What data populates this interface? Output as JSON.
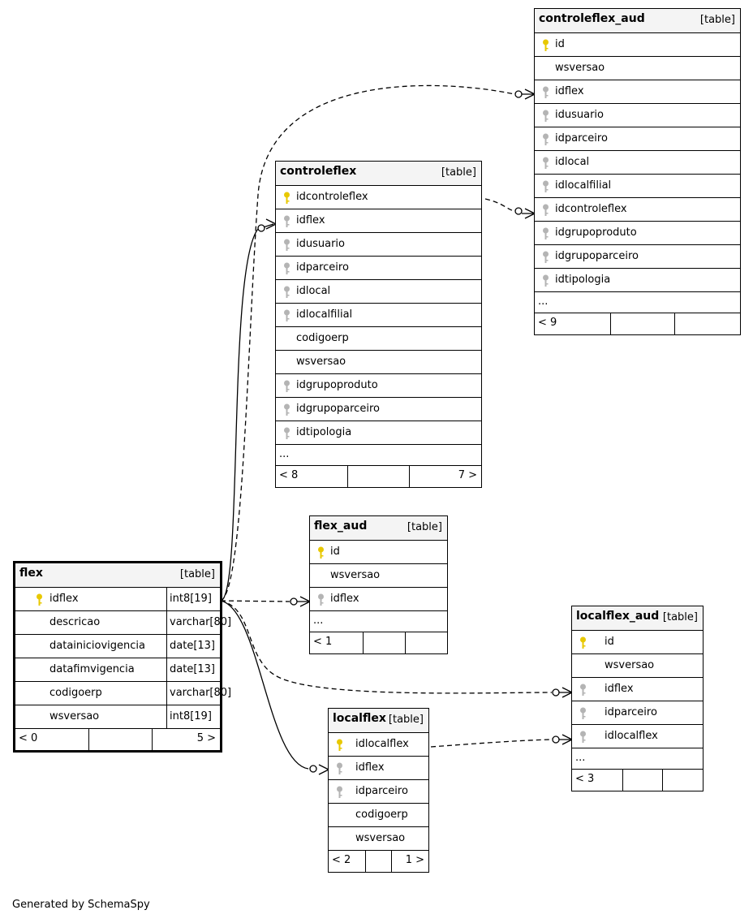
{
  "footer_text": "Generated by SchemaSpy",
  "colors": {
    "primary_key": "#e8c800",
    "foreign_key": "#b4b4b4",
    "header_bg": "#f4f4f4"
  },
  "tables": {
    "flex": {
      "name": "flex",
      "tag": "[table]",
      "columns": [
        {
          "name": "idflex",
          "key": "pk",
          "type": "int8[19]"
        },
        {
          "name": "descricao",
          "key": "",
          "type": "varchar[80]"
        },
        {
          "name": "datainiciovigencia",
          "key": "",
          "type": "date[13]"
        },
        {
          "name": "datafimvigencia",
          "key": "",
          "type": "date[13]"
        },
        {
          "name": "codigoerp",
          "key": "",
          "type": "varchar[80]"
        },
        {
          "name": "wsversao",
          "key": "",
          "type": "int8[19]"
        }
      ],
      "footer_left": "< 0",
      "footer_right": "5 >"
    },
    "controleflex_aud": {
      "name": "controleflex_aud",
      "tag": "[table]",
      "columns": [
        {
          "name": "id",
          "key": "pk"
        },
        {
          "name": "wsversao",
          "key": ""
        },
        {
          "name": "idflex",
          "key": "fk"
        },
        {
          "name": "idusuario",
          "key": "fk"
        },
        {
          "name": "idparceiro",
          "key": "fk"
        },
        {
          "name": "idlocal",
          "key": "fk"
        },
        {
          "name": "idlocalfilial",
          "key": "fk"
        },
        {
          "name": "idcontroleflex",
          "key": "fk"
        },
        {
          "name": "idgrupoproduto",
          "key": "fk"
        },
        {
          "name": "idgrupoparceiro",
          "key": "fk"
        },
        {
          "name": "idtipologia",
          "key": "fk"
        }
      ],
      "ellipsis": "...",
      "footer_left": "< 9",
      "footer_right": ""
    },
    "controleflex": {
      "name": "controleflex",
      "tag": "[table]",
      "columns": [
        {
          "name": "idcontroleflex",
          "key": "pk"
        },
        {
          "name": "idflex",
          "key": "fk"
        },
        {
          "name": "idusuario",
          "key": "fk"
        },
        {
          "name": "idparceiro",
          "key": "fk"
        },
        {
          "name": "idlocal",
          "key": "fk"
        },
        {
          "name": "idlocalfilial",
          "key": "fk"
        },
        {
          "name": "codigoerp",
          "key": ""
        },
        {
          "name": "wsversao",
          "key": ""
        },
        {
          "name": "idgrupoproduto",
          "key": "fk"
        },
        {
          "name": "idgrupoparceiro",
          "key": "fk"
        },
        {
          "name": "idtipologia",
          "key": "fk"
        }
      ],
      "ellipsis": "...",
      "footer_left": "< 8",
      "footer_right": "7 >"
    },
    "flex_aud": {
      "name": "flex_aud",
      "tag": "[table]",
      "columns": [
        {
          "name": "id",
          "key": "pk"
        },
        {
          "name": "wsversao",
          "key": ""
        },
        {
          "name": "idflex",
          "key": "fk"
        }
      ],
      "ellipsis": "...",
      "footer_left": "< 1",
      "footer_right": ""
    },
    "localflex_aud": {
      "name": "localflex_aud",
      "tag": "[table]",
      "columns": [
        {
          "name": "id",
          "key": "pk"
        },
        {
          "name": "wsversao",
          "key": ""
        },
        {
          "name": "idflex",
          "key": "fk"
        },
        {
          "name": "idparceiro",
          "key": "fk"
        },
        {
          "name": "idlocalflex",
          "key": "fk"
        }
      ],
      "ellipsis": "...",
      "footer_left": "< 3",
      "footer_right": ""
    },
    "localflex": {
      "name": "localflex",
      "tag": "[table]",
      "columns": [
        {
          "name": "idlocalflex",
          "key": "pk"
        },
        {
          "name": "idflex",
          "key": "fk"
        },
        {
          "name": "idparceiro",
          "key": "fk"
        },
        {
          "name": "codigoerp",
          "key": ""
        },
        {
          "name": "wsversao",
          "key": ""
        }
      ],
      "footer_left": "< 2",
      "footer_right": "1 >"
    }
  }
}
